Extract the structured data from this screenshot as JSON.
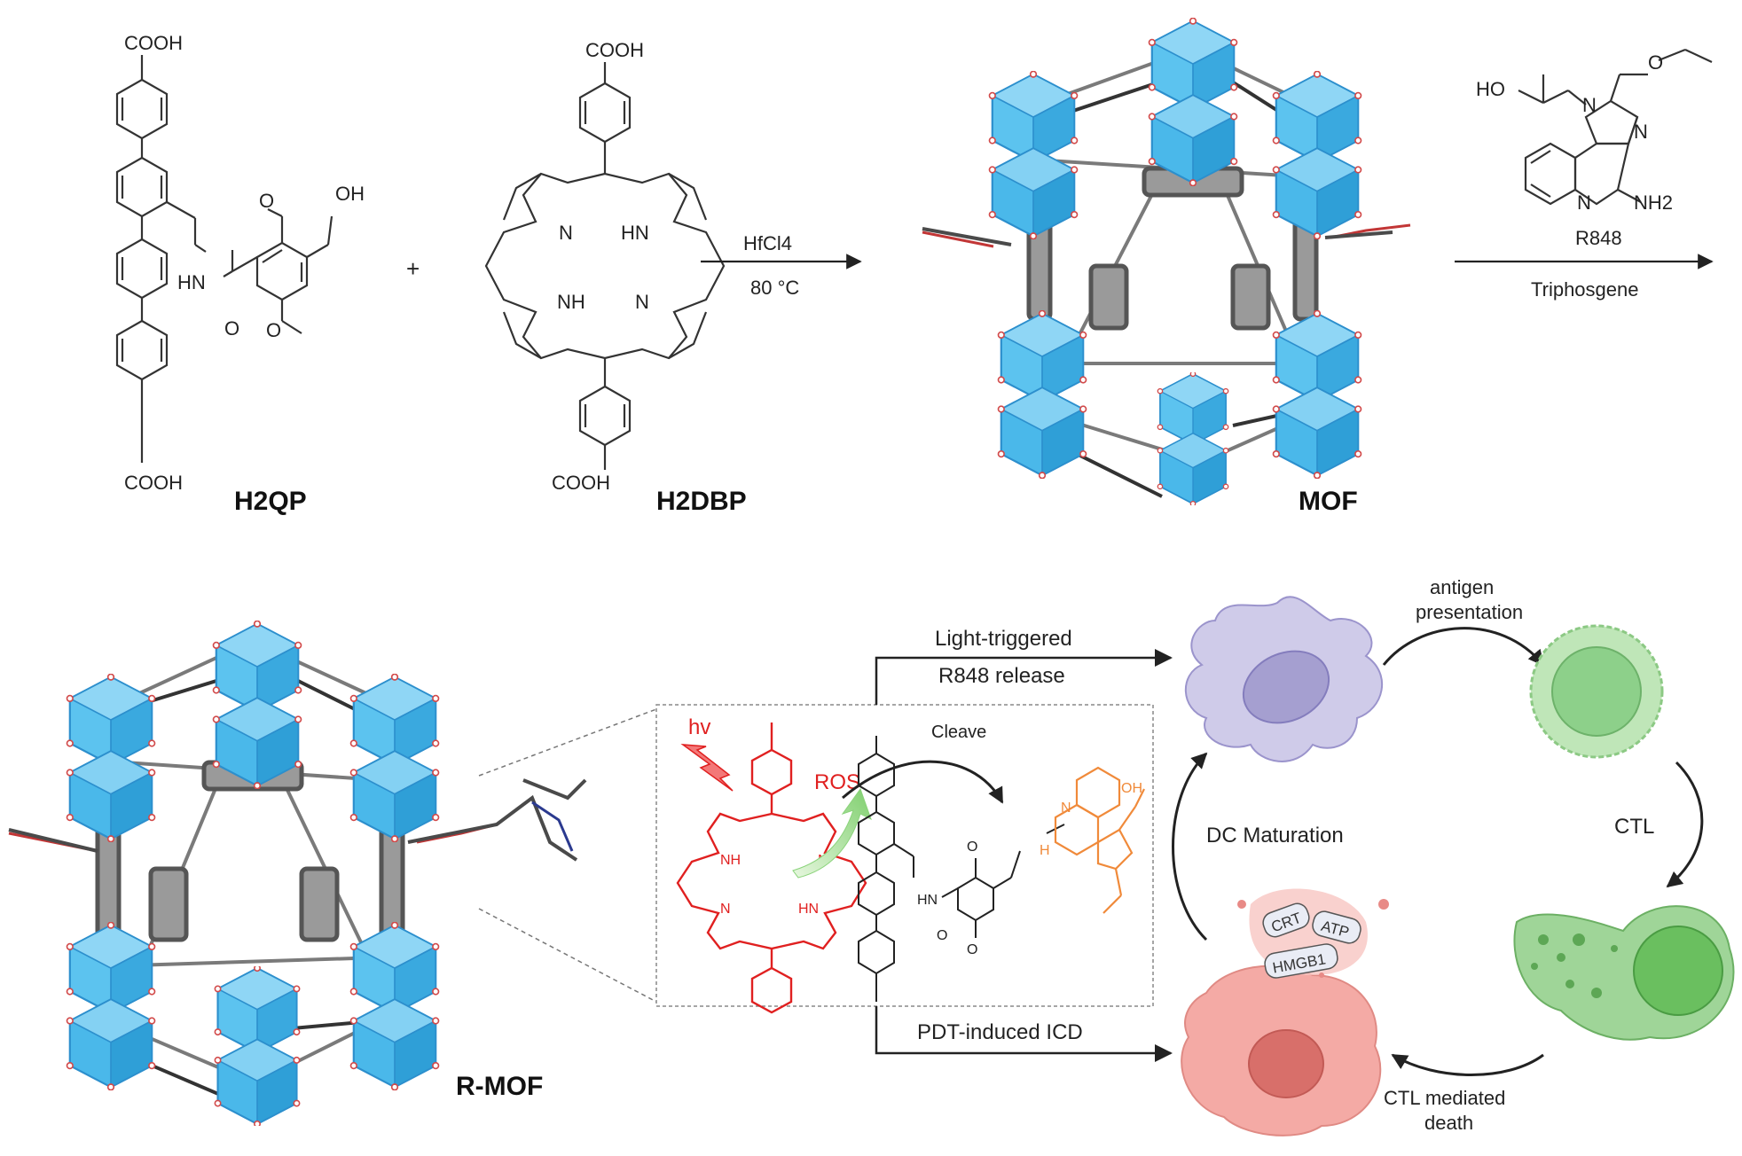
{
  "compounds": {
    "h2qp": {
      "label": "H2QP",
      "cooh_top": "COOH",
      "cooh_bottom": "COOH",
      "oh": "OH",
      "hn": "HN",
      "o_amide": "O",
      "o_top": "O",
      "o_bottom": "O"
    },
    "plus": "+",
    "h2dbp": {
      "label": "H2DBP",
      "cooh_top": "COOH",
      "cooh_bottom": "COOH",
      "n1": "N",
      "hn1": "HN",
      "nh1": "NH",
      "n2": "N"
    },
    "r848": {
      "label": "R848",
      "ho": "HO",
      "n1": "N",
      "n2": "N",
      "n3": "N",
      "o": "O",
      "nh2": "NH2"
    }
  },
  "reaction1": {
    "reagent": "HfCl4",
    "temperature": "80 °C"
  },
  "reaction2": {
    "reagent": "Triphosgene"
  },
  "mof": {
    "label": "MOF"
  },
  "rmof": {
    "label": "R-MOF"
  },
  "zoom": {
    "hv": "hv",
    "ros": "ROS",
    "cleave": "Cleave",
    "porph_nh": "NH",
    "porph_n1": "N",
    "porph_n2": "N",
    "porph_hn": "HN",
    "link_o1": "O",
    "link_o2": "O",
    "link_o3": "O",
    "link_hn": "HN",
    "r_n": "N",
    "r_h": "H",
    "r_oh": "OH"
  },
  "pathway": {
    "light_release_1": "Light-triggered",
    "light_release_2": "R848 release",
    "pdt_icd": "PDT-induced ICD",
    "antigen_1": "antigen",
    "antigen_2": "presentation",
    "ctl": "CTL",
    "ctl_death_1": "CTL mediated",
    "ctl_death_2": "death",
    "dc_maturation": "DC Maturation",
    "crt": "CRT",
    "atp": "ATP",
    "hmgb1": "HMGB1"
  },
  "colors": {
    "cluster": "#4ab8ea",
    "cluster_dark": "#2c8fcd",
    "porphyrin": "#e02020",
    "r848": "#f08a3a",
    "dc_cell": "#c9c6e6",
    "t_cell": "#b6e0b0",
    "tumor": "#f2a8a4"
  }
}
